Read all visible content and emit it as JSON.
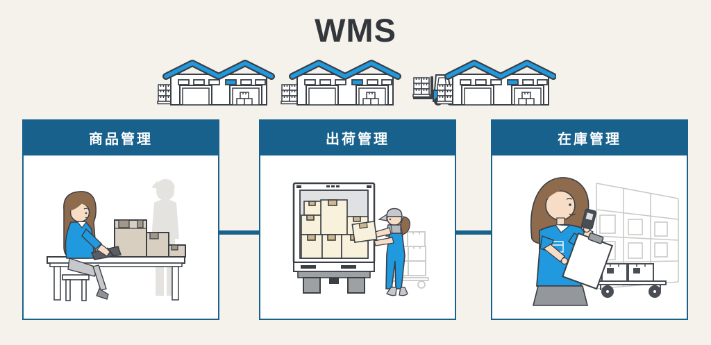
{
  "title": "WMS",
  "header_illustration": "three-warehouses-and-forklift",
  "cards": [
    {
      "label": "商品管理",
      "illustration": "woman-checking-products-at-desk"
    },
    {
      "label": "出荷管理",
      "illustration": "worker-loading-truck-with-boxes"
    },
    {
      "label": "在庫管理",
      "illustration": "worker-scanning-inventory-by-shelves"
    }
  ],
  "colors": {
    "background": "#F5F2EC",
    "panel_header": "#17618C",
    "panel_border": "#17618C",
    "connector": "#17618C",
    "accent_blue": "#2199DE",
    "outline": "#3A3F45",
    "title_text": "#33373B",
    "header_text": "#FFFFFF",
    "box_tan": "#D9CFC1",
    "box_cream": "#F8F1DB",
    "silhouette_gray": "#E4E3E0"
  }
}
